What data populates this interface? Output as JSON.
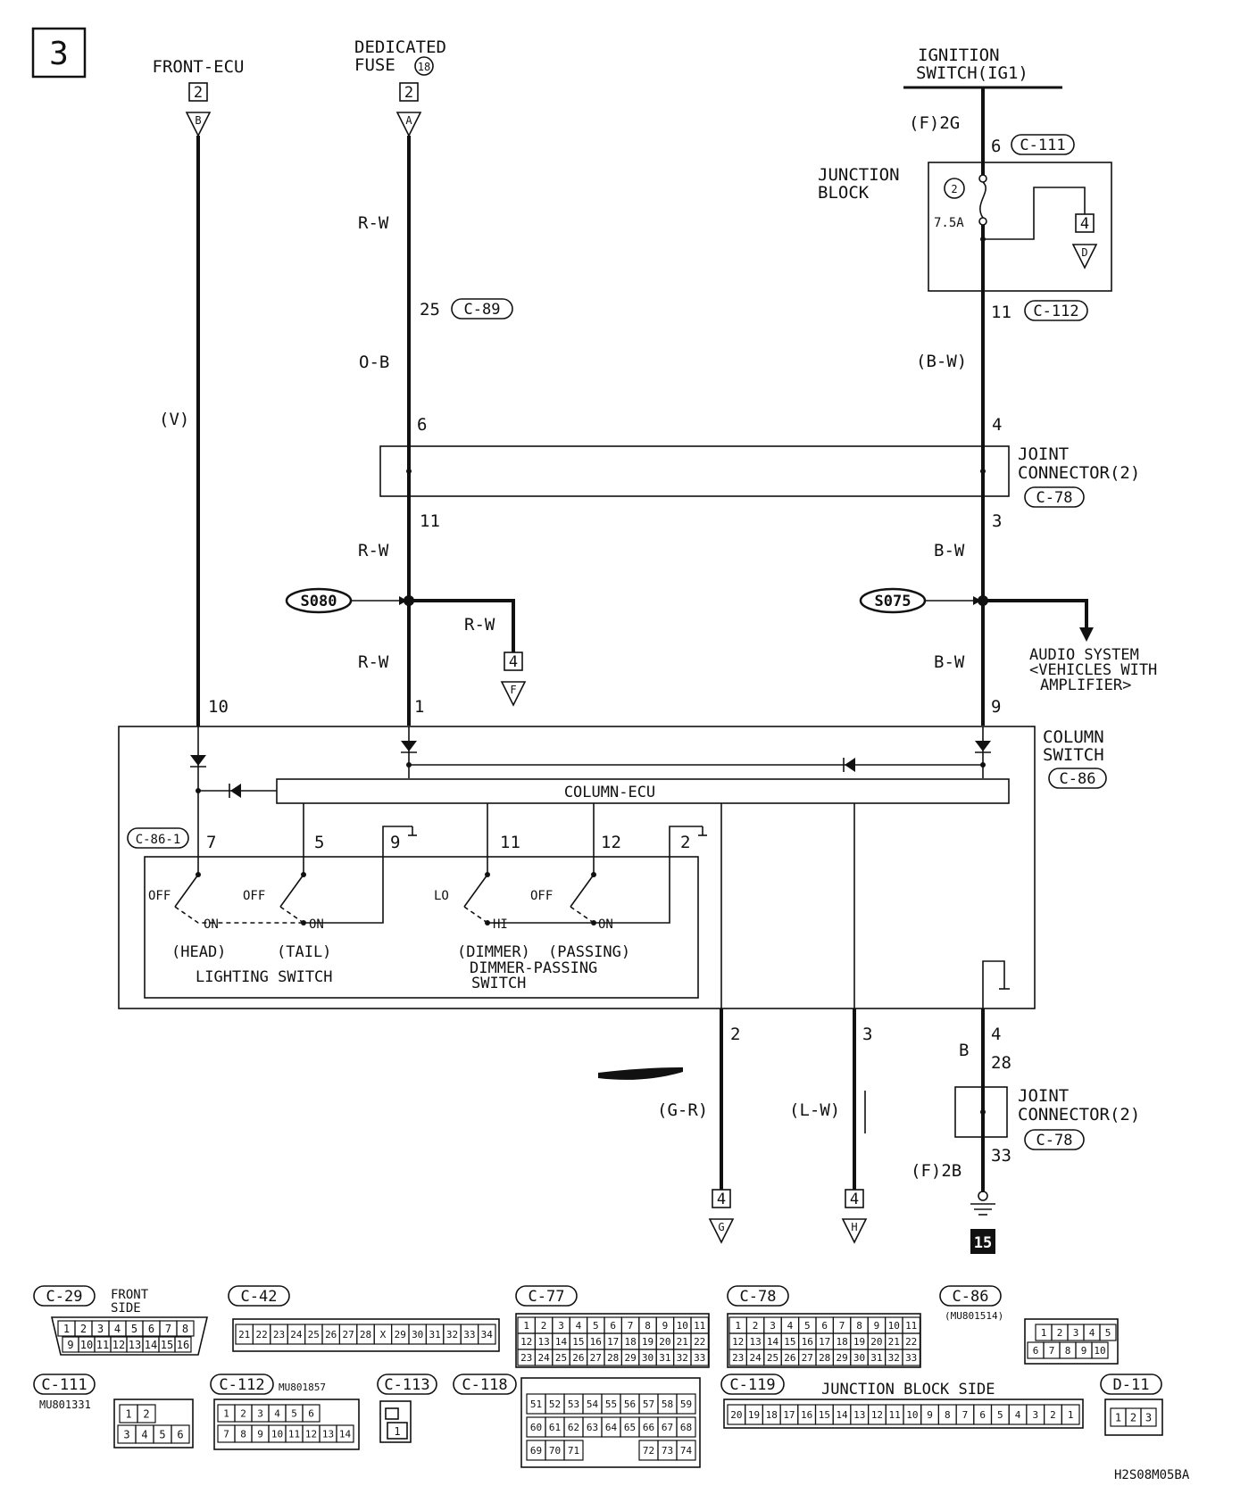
{
  "page_number": "3",
  "sources": {
    "front_ecu": "FRONT-ECU",
    "dedicated_fuse_line1": "DEDICATED",
    "dedicated_fuse_line2": "FUSE",
    "fuse_number": "18",
    "ignition_line1": "IGNITION",
    "ignition_line2": "SWITCH(IG1)"
  },
  "page_refs": {
    "p2": "2",
    "p4": "4",
    "p15": "15"
  },
  "markers": {
    "A": "A",
    "B": "B",
    "D": "D",
    "F": "F",
    "G": "G",
    "H": "H"
  },
  "wire_colors": {
    "rw": "R-W",
    "ob": "O-B",
    "v": "(V)",
    "bw_paren": "(B-W)",
    "bw": "B-W",
    "gr": "(G-R)",
    "lw": "(L-W)",
    "b": "B"
  },
  "pins": {
    "p25": "25",
    "p6": "6",
    "p11": "11",
    "p1": "1",
    "p10": "10",
    "p9": "9",
    "p4": "4",
    "p3": "3",
    "p7": "7",
    "p5": "5",
    "p12": "12",
    "p2": "2",
    "p28": "28",
    "p33": "33",
    "ign_pin6": "6",
    "jb_pin11": "11"
  },
  "connector_refs": {
    "c89": "C-89",
    "c111": "C-111",
    "c112": "C-112",
    "c78": "C-78",
    "c86": "C-86",
    "c86_1": "C-86-1",
    "f2g": "(F)2G",
    "f2b": "(F)2B"
  },
  "junction_block": {
    "line1": "JUNCTION",
    "line2": "BLOCK",
    "fuse_no": "2",
    "rating": "7.5A"
  },
  "joint_connector": {
    "line1": "JOINT",
    "line2": "CONNECTOR(2)"
  },
  "splices": {
    "s080": "S080",
    "s075": "S075"
  },
  "audio": {
    "line1": "AUDIO SYSTEM",
    "line2": "<VEHICLES WITH",
    "line3": "AMPLIFIER>"
  },
  "column_switch": {
    "line1": "COLUMN",
    "line2": "SWITCH",
    "ecu": "COLUMN-ECU"
  },
  "switches": {
    "off": "OFF",
    "on": "ON",
    "lo": "LO",
    "hi": "HI",
    "head": "(HEAD)",
    "tail": "(TAIL)",
    "dimmer": "(DIMMER)",
    "passing": "(PASSING)",
    "lighting": "LIGHTING SWITCH",
    "dp_line1": "DIMMER-PASSING",
    "dp_line2": "SWITCH"
  },
  "connector_views": {
    "c29": {
      "id": "C-29",
      "side1": "FRONT",
      "side2": "SIDE",
      "top": [
        "1",
        "2",
        "3",
        "4",
        "5",
        "6",
        "7",
        "8"
      ],
      "bottom": [
        "9",
        "10",
        "11",
        "12",
        "13",
        "14",
        "15",
        "16"
      ]
    },
    "c42": {
      "id": "C-42",
      "pins": [
        "21",
        "22",
        "23",
        "24",
        "25",
        "26",
        "27",
        "28",
        "X",
        "29",
        "30",
        "31",
        "32",
        "33",
        "34"
      ]
    },
    "c77": {
      "id": "C-77",
      "top": [
        "1",
        "2",
        "3",
        "4",
        "5",
        "6",
        "7",
        "8",
        "9",
        "10",
        "11"
      ],
      "mid": [
        "12",
        "13",
        "14",
        "15",
        "16",
        "17",
        "18",
        "19",
        "20",
        "21",
        "22"
      ],
      "bot": [
        "23",
        "24",
        "25",
        "26",
        "27",
        "28",
        "29",
        "30",
        "31",
        "32",
        "33"
      ]
    },
    "c78v": {
      "id": "C-78",
      "top": [
        "1",
        "2",
        "3",
        "4",
        "5",
        "6",
        "7",
        "8",
        "9",
        "10",
        "11"
      ],
      "mid": [
        "12",
        "13",
        "14",
        "15",
        "16",
        "17",
        "18",
        "19",
        "20",
        "21",
        "22"
      ],
      "bot": [
        "23",
        "24",
        "25",
        "26",
        "27",
        "28",
        "29",
        "30",
        "31",
        "32",
        "33"
      ]
    },
    "c86v": {
      "id": "C-86",
      "part": "(MU801514)",
      "top": [
        "1",
        "2",
        "3",
        "4",
        "5"
      ],
      "bottom": [
        "6",
        "7",
        "8",
        "9",
        "10"
      ]
    },
    "c111v": {
      "id": "C-111",
      "part": "MU801331",
      "top": [
        "1",
        "2"
      ],
      "bottom": [
        "3",
        "4",
        "5",
        "6"
      ]
    },
    "c112v": {
      "id": "C-112",
      "part": "MU801857",
      "top": [
        "1",
        "2",
        "3",
        "4",
        "5",
        "6"
      ],
      "bottom": [
        "7",
        "8",
        "9",
        "10",
        "11",
        "12",
        "13",
        "14"
      ]
    },
    "c113v": {
      "id": "C-113",
      "pin": "1"
    },
    "c118v": {
      "id": "C-118",
      "r1": [
        "51",
        "52",
        "53",
        "54",
        "55",
        "56",
        "57",
        "58",
        "59"
      ],
      "r2": [
        "60",
        "61",
        "62",
        "63",
        "64",
        "65",
        "66",
        "67",
        "68"
      ],
      "r3": [
        "69",
        "70",
        "71",
        "72",
        "73",
        "74"
      ]
    },
    "c119v": {
      "id": "C-119",
      "title": "JUNCTION BLOCK SIDE",
      "pins": [
        "20",
        "19",
        "18",
        "17",
        "16",
        "15",
        "14",
        "13",
        "12",
        "11",
        "10",
        "9",
        "8",
        "7",
        "6",
        "5",
        "4",
        "3",
        "2",
        "1"
      ]
    },
    "d11v": {
      "id": "D-11",
      "pins": [
        "1",
        "2",
        "3"
      ]
    }
  },
  "figure_code": "H2S08M05BA"
}
